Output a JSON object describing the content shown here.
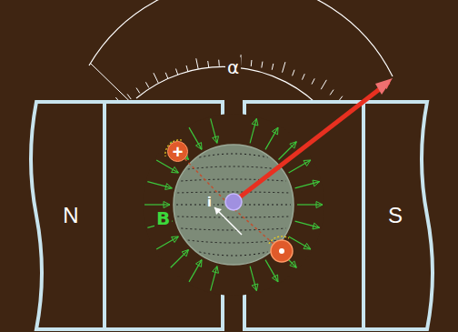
{
  "diagram": {
    "nodes": [
      {
        "text": [
          "N"
        ]
      },
      {
        "text": [
          "S"
        ]
      },
      {
        "text": [
          "+"
        ]
      }
    ],
    "labels": [
      "α",
      "B",
      "i"
    ]
  }
}
